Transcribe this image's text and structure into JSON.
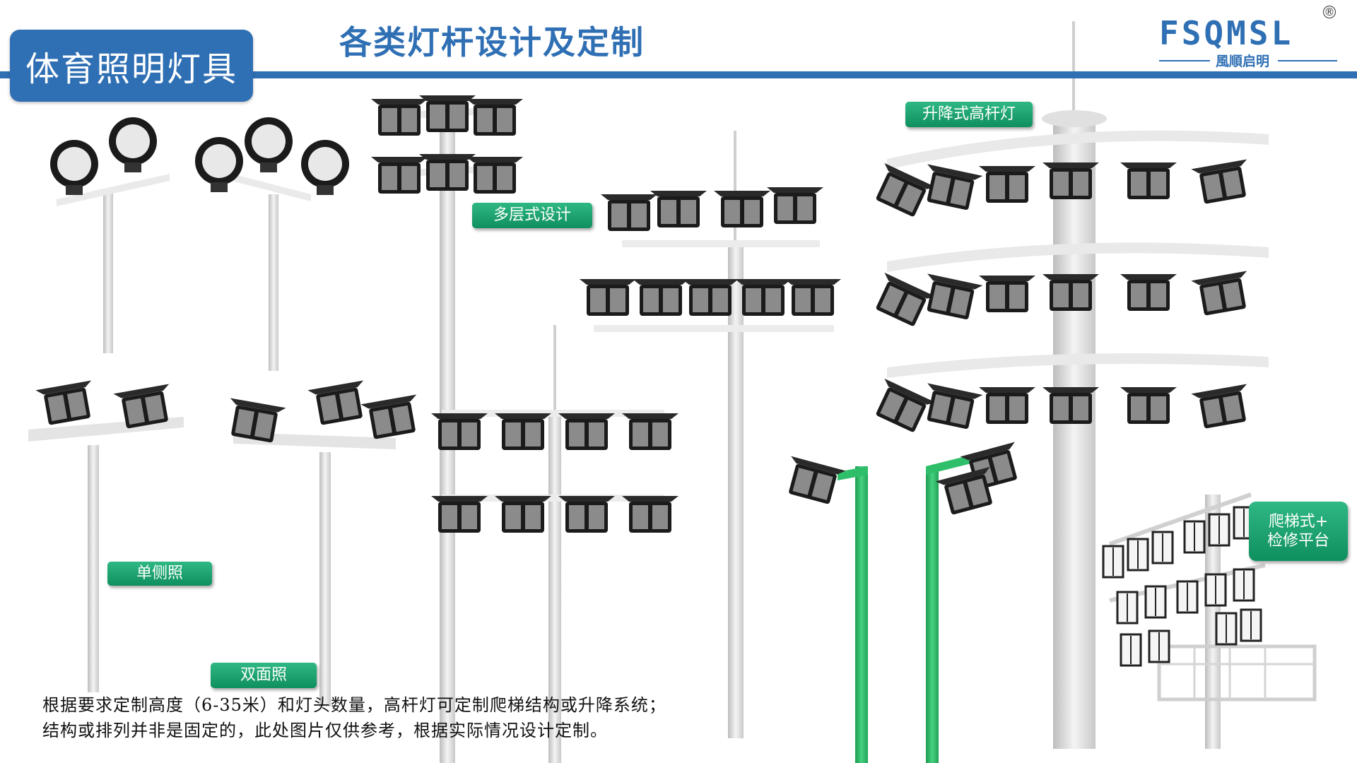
{
  "header": {
    "section_title": "体育照明灯具",
    "page_title": "各类灯杆设计及定制"
  },
  "brand": {
    "logo_text": "FSQMSL",
    "registered_mark": "®",
    "chinese_name": "風順启明"
  },
  "tags": {
    "single_side": "单侧照",
    "double_side": "双面照",
    "multi_layer": "多层式设计",
    "lifting_high_mast": "升降式高杆灯",
    "ladder_platform_line1": "爬梯式+",
    "ladder_platform_line2": "检修平台"
  },
  "caption": {
    "line1": "根据要求定制高度（6-35米）和灯头数量，高杆灯可定制爬梯结构或升降系统；",
    "line2": "结构或排列并非是固定的，此处图片仅供参考，根据实际情况设计定制。"
  },
  "colors": {
    "brand_blue": "#2f6fb4",
    "tag_green": "#1aa36f",
    "pole_green": "#2fbf6a",
    "pole_gray": "#d9d9d9",
    "fixture_black": "#1b1b1b"
  }
}
